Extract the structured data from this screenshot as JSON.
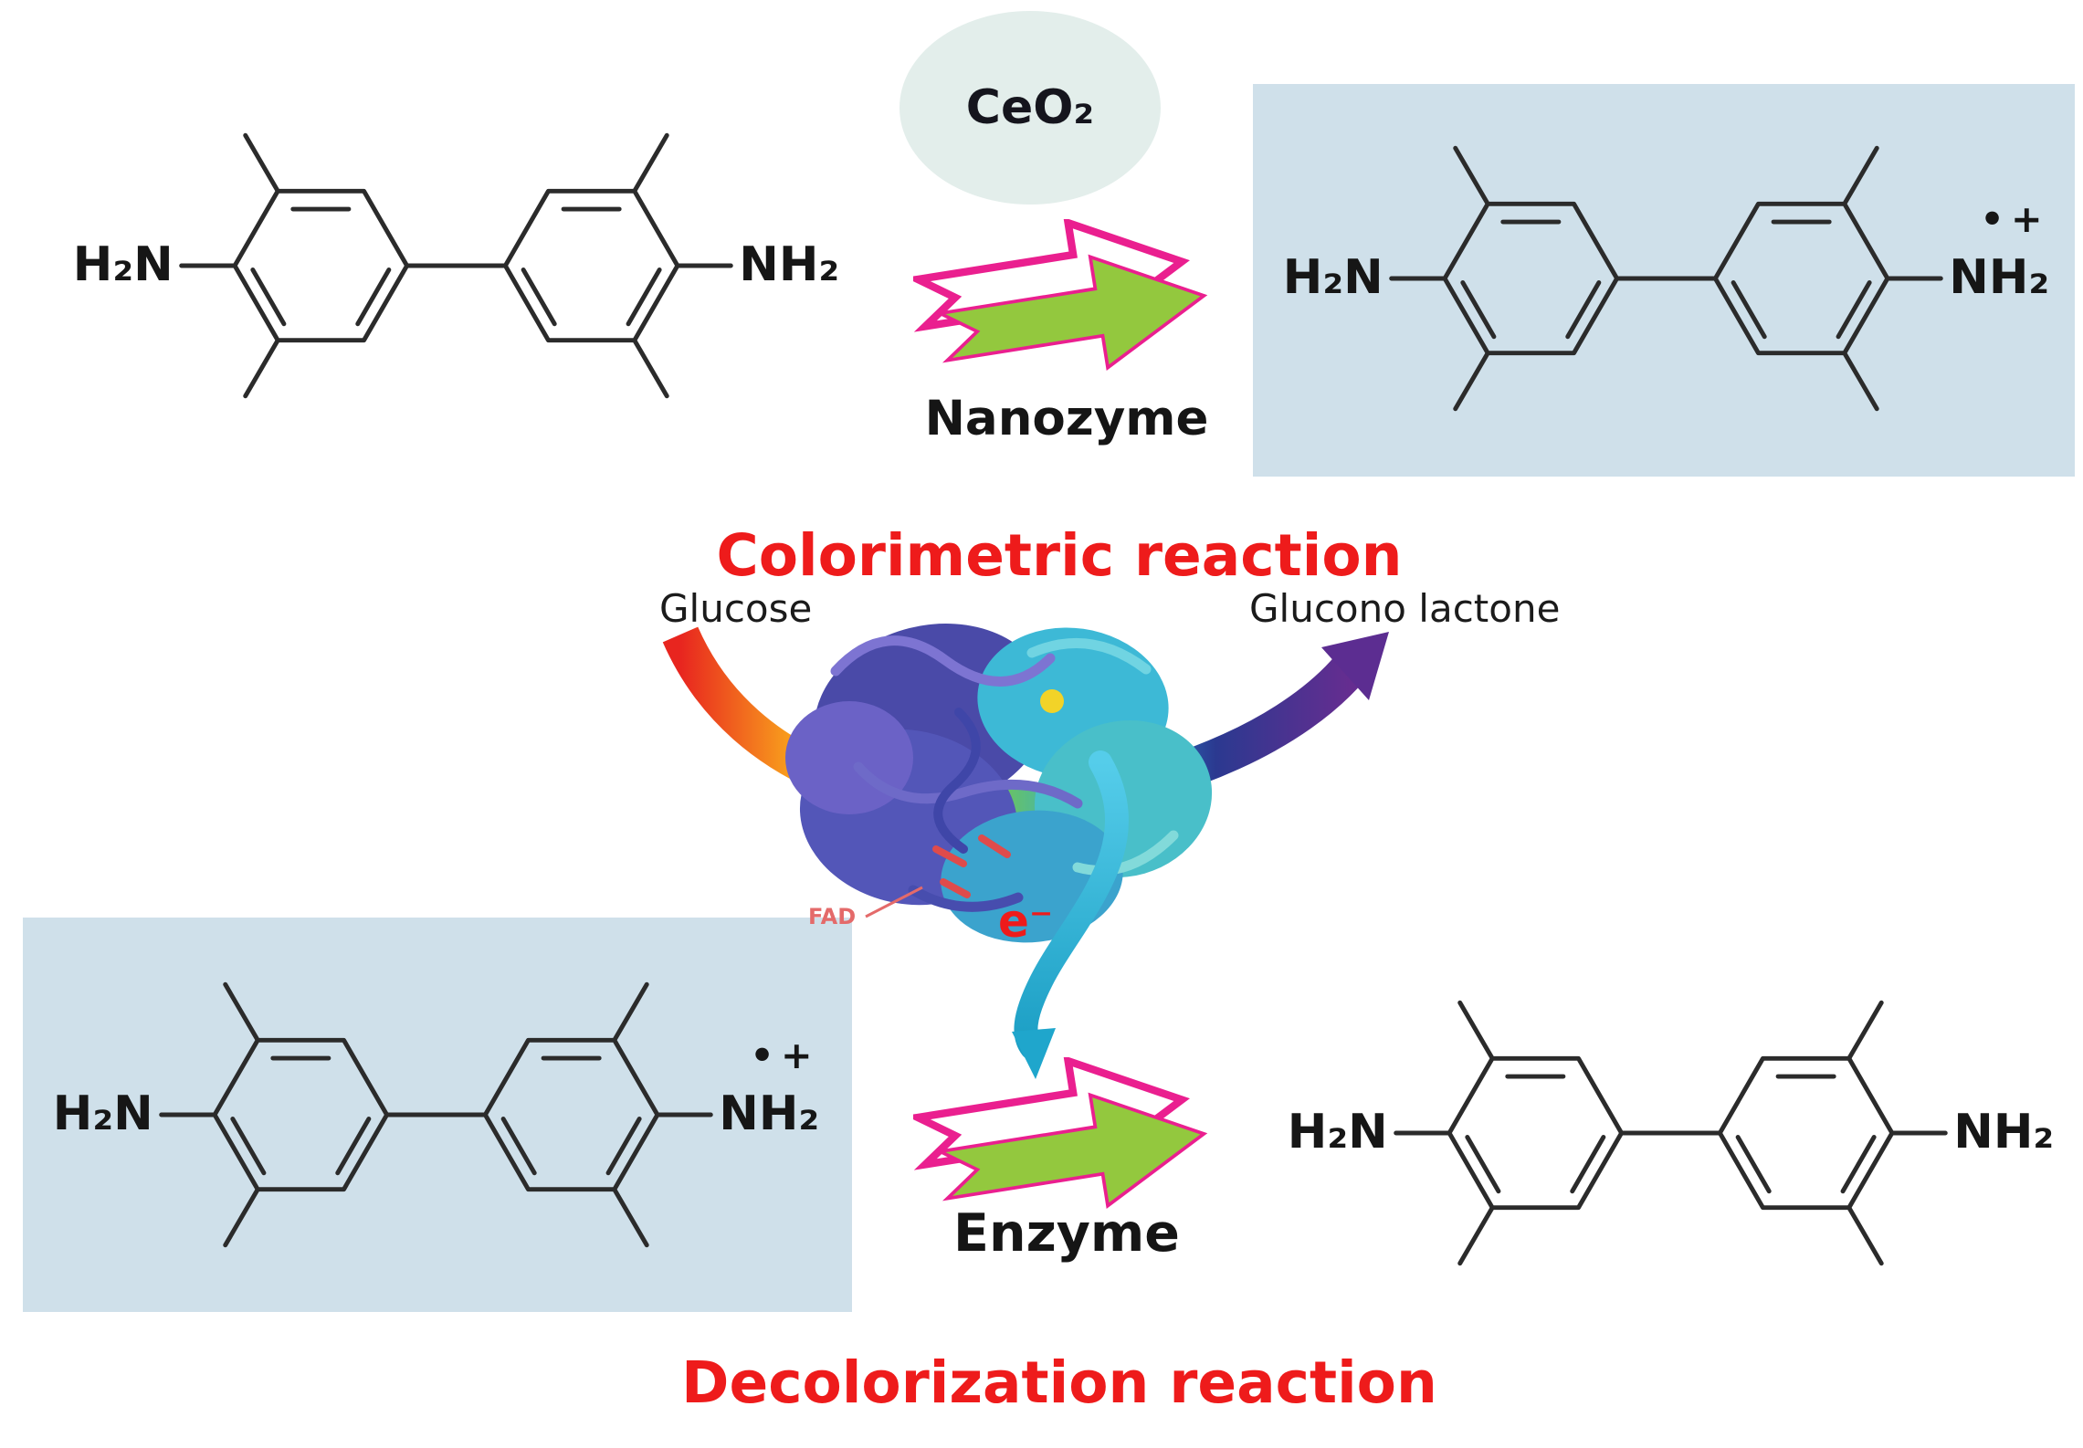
{
  "colors": {
    "highlight_box": "#cfe0ea",
    "ceo2_ellipse": "#e3eeeb",
    "arrow_green": "#93c83e",
    "arrow_magenta": "#ea1f8f",
    "title_red": "#ee1b1b",
    "bond_black": "#2b2b2b"
  },
  "nanozyme_step": {
    "catalyst_label": "CeO₂",
    "arrow_label": "Nanozyme"
  },
  "colorimetric": {
    "title": "Colorimetric reaction",
    "substrate_label": "Glucose",
    "product_label": "Glucono lactone",
    "electron_label": "e⁻",
    "fad_label": "FAD"
  },
  "enzyme_step": {
    "arrow_label": "Enzyme"
  },
  "decolorization": {
    "title": "Decolorization reaction"
  },
  "molecules": {
    "tmb_top_left": {
      "left_group": "H₂N",
      "right_group": "NH₂"
    },
    "oxidized_tmb_top_right": {
      "left_group": "H₂N",
      "right_group": "NH₂",
      "charge": "•+"
    },
    "oxidized_tmb_bottom_left": {
      "left_group": "H₂N",
      "right_group": "NH₂",
      "charge": "•+"
    },
    "tmb_bottom_right": {
      "left_group": "H₂N",
      "right_group": "NH₂"
    }
  }
}
